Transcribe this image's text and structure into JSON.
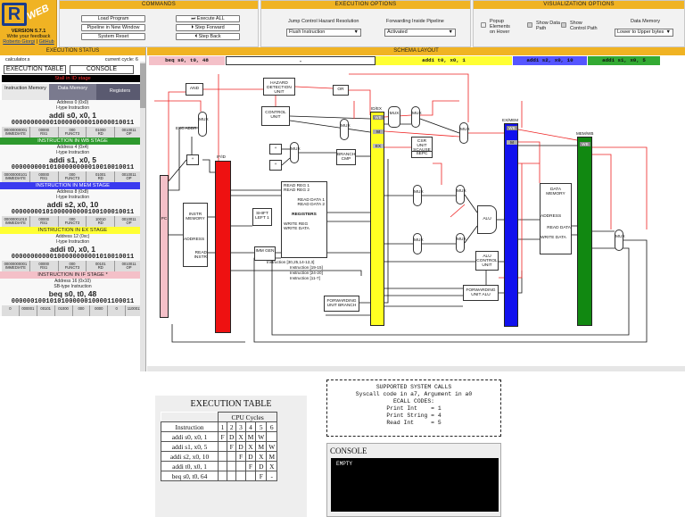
{
  "logo": {
    "mark": "R",
    "web": "WEB",
    "version": "VERSION 5.7.1",
    "feedback": "Write your feedback",
    "link1": "Roberto Giorgi",
    "link2": "GitHub"
  },
  "commands": {
    "title": "COMMANDS",
    "load": "Load Program",
    "pipeline_window": "Pipeline in New Window",
    "reset": "System Reset",
    "execute_all": "Execute ALL",
    "step_forward": "Step Forward",
    "step_back": "Step Back"
  },
  "exec_options": {
    "title": "EXECUTION OPTIONS",
    "hazard_label": "Jump Control Hazard Resolution",
    "hazard_value": "Flush Instruction",
    "fwd_label": "Forwarding Inside Pipeline",
    "fwd_value": "Activated"
  },
  "vis_options": {
    "title": "VISUALIZATION OPTIONS",
    "popup": "Popup Elements on Hover",
    "datapath": "Show Data Path",
    "controlpath": "Show Control Path",
    "memory_label": "Data Memory",
    "memory_value": "Lower to Upper bytes"
  },
  "status": {
    "title": "EXECUTION STATUS",
    "file": "calculator.s",
    "cycle": "current cycle: 6",
    "exec_table_btn": "EXECUTION TABLE",
    "console_btn": "CONSOLE",
    "stall": "Stall in ID stage",
    "tab_instr": "Instruction Memory",
    "tab_data": "Data Memory",
    "tab_regs": "Registers"
  },
  "stages": [
    {
      "head": "",
      "address": "Address 0 (0x0)",
      "type": "I-type Instruction",
      "instr": "addi s0, x0, 1",
      "bits": "00000000000100000000010000010011",
      "f": [
        "00000000001",
        "00000",
        "000",
        "01000",
        "0010011"
      ],
      "n": [
        "IMMEDIATE",
        "RS1",
        "FUNCT3",
        "RD",
        "OP"
      ],
      "color": "#f8f8f8"
    },
    {
      "head": "INSTRUCTION IN WB STAGE",
      "address": "Address 4 (0x4)",
      "type": "I-type Instruction",
      "instr": "addi s1, x0, 5",
      "bits": "00000000010100000000010010010011",
      "f": [
        "00000000101",
        "00000",
        "000",
        "01001",
        "0010011"
      ],
      "n": [
        "IMMEDIATE",
        "RS1",
        "FUNCT3",
        "RD",
        "OP"
      ],
      "color": "#2e9a2e"
    },
    {
      "head": "INSTRUCTION IN MEM STAGE",
      "address": "Address 8 (0x8)",
      "type": "I-type Instruction",
      "instr": "addi s2, x0, 10",
      "bits": "00000000101000000000100100010011",
      "f": [
        "00000001010",
        "00000",
        "000",
        "10010",
        "0010011"
      ],
      "n": [
        "IMMEDIATE",
        "RS1",
        "FUNCT3",
        "RD",
        "OP"
      ],
      "color": "#3a3aef"
    },
    {
      "head": "INSTRUCTION IN EX STAGE",
      "address": "Address 12 (0xc)",
      "type": "I-type Instruction",
      "instr": "addi t0, x0, 1",
      "bits": "00000000000100000000001010010011",
      "f": [
        "00000000001",
        "00000",
        "000",
        "00101",
        "0010011"
      ],
      "n": [
        "IMMEDIATE",
        "RS1",
        "FUNCT3",
        "RD",
        "OP"
      ],
      "color": "#ffff33"
    },
    {
      "head": "INSTRUCTION IN IF STAGE *",
      "address": "Address 16 (0x10)",
      "type": "SB-type Instruction",
      "instr": "beq s0, t0, 48",
      "bits": "00000010010101000000100001100011",
      "f": [
        "0",
        "000001",
        "00101",
        "01000",
        "000",
        "0000",
        "0",
        "1100011"
      ],
      "n": [
        "",
        "",
        "",
        "",
        "",
        "",
        "",
        ""
      ],
      "color": "#f4c0c8"
    }
  ],
  "schema": {
    "title": "SCHEMA LAYOUT",
    "if": "beq s0, t0, 48",
    "id": "-",
    "ex": "addi t0, x0, 1",
    "mem": "addi s2, x0, 10",
    "wb": "addi s1, x0, 5"
  },
  "colors": {
    "if": "#f4c0c8",
    "id": "#ffffff",
    "ex": "#ffff33",
    "mem": "#5555ff",
    "wb": "#33aa33",
    "accent": "#f0b323"
  },
  "blocks": {
    "and": "AND",
    "hazard": "HAZARD DETECTION UNIT",
    "or": "OR",
    "control": "CONTROL UNIT",
    "pc": "PC",
    "instr_mem": "INSTR MEMORY",
    "address": "ADDRESS",
    "read_instr": "READ INSTR",
    "shift": "SHIFT LEFT 1",
    "registers": "REGISTERS",
    "read_reg1": "READ REG 1",
    "read_reg2": "READ REG 2",
    "read_data1": "READ DATA 1",
    "read_data2": "READ DATA 2",
    "write_reg": "WRITE REG",
    "write_data": "WRITE DATA",
    "imm_gen": "IMM GEN",
    "branch_cmp": "BRANCH CMP",
    "csr_unit": "CSR UNIT SCAUSE",
    "sepc": "SEPC",
    "alu": "ALU",
    "alu_control": "ALU CONTROL UNIT",
    "fwd_alu": "FORWARDING UNIT ALU",
    "fwd_branch": "FORWARDING UNIT BRANCH",
    "data_mem": "DATA MEMORY",
    "dm_address": "ADDRESS",
    "dm_read": "READ DATA",
    "dm_write": "WRITE DATA",
    "if_id": "IF/ID",
    "id_ex": "ID/EX",
    "ex_mem": "EX/MEM",
    "mem_wb": "MEM/WB",
    "exc_addr": "EXC ADDR",
    "mux": "MUX",
    "instr_fields": "Instruction [30,25,14-12,3]",
    "instr_19": "Instruction [19-15]",
    "instr_24": "Instruction [24-20]",
    "instr_11": "Instruction [11-7]"
  },
  "exec_table": {
    "title": "EXECUTION TABLE",
    "cpu_cycles": "CPU Cycles",
    "instr_head": "Instruction",
    "cycles": [
      "1",
      "2",
      "3",
      "4",
      "5",
      "6"
    ],
    "rows": [
      {
        "name": "addi s0, x0, 1",
        "c": [
          "F",
          "D",
          "X",
          "M",
          "W",
          ""
        ]
      },
      {
        "name": "addi s1, x0, 5",
        "c": [
          "",
          "F",
          "D",
          "X",
          "M",
          "W"
        ]
      },
      {
        "name": "addi s2, x0, 10",
        "c": [
          "",
          "",
          "F",
          "D",
          "X",
          "M"
        ]
      },
      {
        "name": "addi t0, x0, 1",
        "c": [
          "",
          "",
          "",
          "F",
          "D",
          "X"
        ]
      },
      {
        "name": "beq s0, t0, 64",
        "c": [
          "",
          "",
          "",
          "",
          "F",
          "-"
        ]
      }
    ]
  },
  "syscalls": {
    "title": "SUPPORTED SYSTEM CALLS",
    "line1": "Syscall code in a7, Argument in a0",
    "line2": "ECALL CODES:",
    "line3": "Print Int    = 1",
    "line4": "Print String = 4",
    "line5": "Read Int     = 5"
  },
  "console": {
    "title": "CONSOLE",
    "content": "EMPTY"
  }
}
